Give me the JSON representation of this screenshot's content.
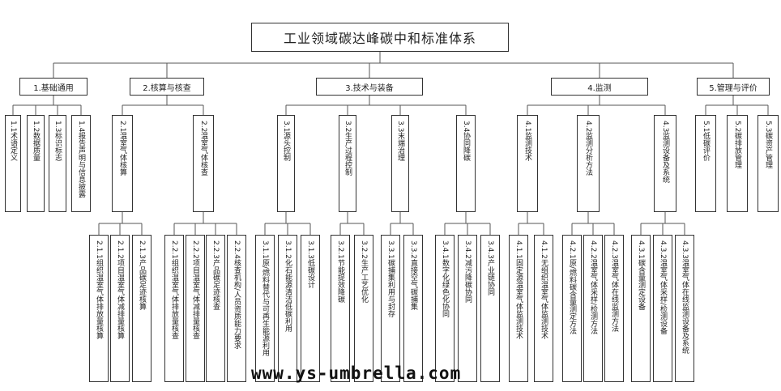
{
  "title": "工业领域碳达峰碳中和标准体系",
  "categories": [
    {
      "label": "1.基础通用",
      "items": [
        {
          "label": "1.1术语定义",
          "children": []
        },
        {
          "label": "1.2数据质量",
          "children": []
        },
        {
          "label": "1.3标识标志",
          "children": []
        },
        {
          "label": "1.4报告声明与信息披露",
          "children": []
        }
      ]
    },
    {
      "label": "2.核算与核查",
      "items": [
        {
          "label": "2.1温室气体核算",
          "children": [
            "2.1.1组织温室气体排放量核算",
            "2.1.2项目温室气体减排量核算",
            "2.1.3产品碳足迹核算"
          ]
        },
        {
          "label": "2.2温室气体核查",
          "children": [
            "2.2.1组织温室气体排放量核查",
            "2.2.2项目温室气体减排量核查",
            "2.2.3产品碳足迹核查",
            "2.2.4核查机构/人员资质能力要求"
          ]
        }
      ]
    },
    {
      "label": "3.技术与装备",
      "items": [
        {
          "label": "3.1源头控制",
          "children": [
            "3.1.1原/燃料替代与可再生能源利用",
            "3.1.2化石能源清洁低碳利用",
            "3.1.3低碳设计"
          ]
        },
        {
          "label": "3.2生产过程控制",
          "children": [
            "3.2.1节能提效降碳",
            "3.2.2生产工艺优化"
          ]
        },
        {
          "label": "3.3末端治理",
          "children": [
            "3.3.1碳捕集利用与封存",
            "3.3.2直接空气碳捕集"
          ]
        },
        {
          "label": "3.4协同降碳",
          "children": [
            "3.4.1数字化绿色化协同",
            "3.4.2减污降碳协同",
            "3.4.3产业链协同"
          ]
        }
      ]
    },
    {
      "label": "4.监测",
      "items": [
        {
          "label": "4.1监测技术",
          "children": [
            "4.1.1固定源温室气体监测技术",
            "4.1.2无组织温室气体监测技术"
          ]
        },
        {
          "label": "4.2监测分析方法",
          "children": [
            "4.2.1原/燃料碳含量测定方法",
            "4.2.2温室气体采样/检测方法",
            "4.2.3温室气体在线监测方法"
          ]
        },
        {
          "label": "4.3监测设备及系统",
          "children": [
            "4.3.1碳含量测定设备",
            "4.3.2温室气体采样/检测设备",
            "4.3.3温室气体在线监测设备及系统"
          ]
        }
      ]
    },
    {
      "label": "5.管理与评价",
      "items": [
        {
          "label": "5.1低碳评价",
          "children": []
        },
        {
          "label": "5.2碳排放管理",
          "children": []
        },
        {
          "label": "5.3碳资产管理",
          "children": []
        }
      ]
    }
  ],
  "watermark": "www.ys-umbrella.com"
}
